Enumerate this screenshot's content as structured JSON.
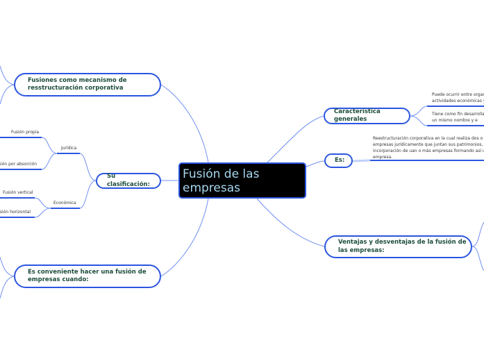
{
  "central": {
    "title": "Fusión de las empresas"
  },
  "left": {
    "fusiones": {
      "label": "Fusiones como mecanismo de resstructuración corporativa"
    },
    "clasificacion": {
      "label": "Su clasificación:",
      "juridica": {
        "label": "Jurídica",
        "items": [
          "Fusión propia",
          "Fusión por absorción"
        ]
      },
      "economica": {
        "label": "Económica",
        "items": [
          "Fusión vertical",
          "Fusión horizontal"
        ]
      }
    },
    "conveniente": {
      "label": "Es conveniente hacer una fusión de empresas cuando:"
    }
  },
  "right": {
    "caracteristica": {
      "label": "Característica generales",
      "items": [
        "Puede ocurrir entre organi actividades económicas y l",
        "Tiene como fin desarrollar bajo un mismo nombre y e"
      ]
    },
    "es": {
      "label": "Es:",
      "text": "Reestructuración corporativa en la cual realiza dos o más empresas jurídicamente que juntan sus patrimonios, por l incorporación de uan o más empresas formando así una empresa."
    },
    "ventajas": {
      "label": "Ventajas y desventajas de la fusión de las empresas:"
    }
  },
  "colors": {
    "line": "#2a55e0",
    "central_bg": "#000000",
    "central_text": "#a8d8f0",
    "label_text": "#1d4d3a"
  }
}
